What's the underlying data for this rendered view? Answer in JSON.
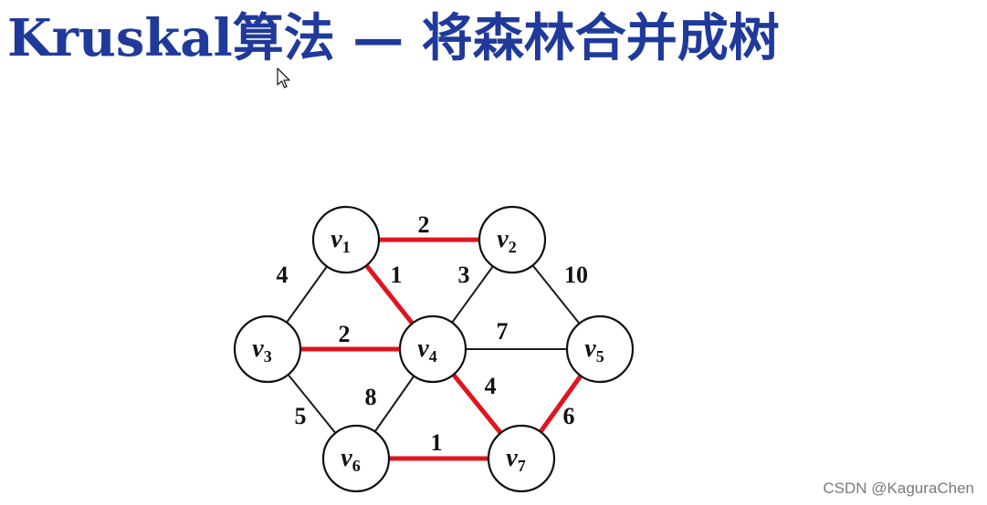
{
  "title": "Kruskal算法 — 将森林合并成树",
  "watermark": "CSDN @KaguraChen",
  "colors": {
    "title": "#1f3a9a",
    "mst_edge": "#e0141e",
    "edge": "#1a1a1a"
  },
  "graph": {
    "nodes": [
      {
        "id": "v1",
        "letter": "v",
        "sub": "1"
      },
      {
        "id": "v2",
        "letter": "v",
        "sub": "2"
      },
      {
        "id": "v3",
        "letter": "v",
        "sub": "3"
      },
      {
        "id": "v4",
        "letter": "v",
        "sub": "4"
      },
      {
        "id": "v5",
        "letter": "v",
        "sub": "5"
      },
      {
        "id": "v6",
        "letter": "v",
        "sub": "6"
      },
      {
        "id": "v7",
        "letter": "v",
        "sub": "7"
      }
    ],
    "edges": [
      {
        "from": "v1",
        "to": "v2",
        "weight": "2",
        "in_tree": true
      },
      {
        "from": "v1",
        "to": "v3",
        "weight": "4",
        "in_tree": false
      },
      {
        "from": "v1",
        "to": "v4",
        "weight": "1",
        "in_tree": true
      },
      {
        "from": "v2",
        "to": "v4",
        "weight": "3",
        "in_tree": false
      },
      {
        "from": "v2",
        "to": "v5",
        "weight": "10",
        "in_tree": false
      },
      {
        "from": "v3",
        "to": "v4",
        "weight": "2",
        "in_tree": true
      },
      {
        "from": "v4",
        "to": "v5",
        "weight": "7",
        "in_tree": false
      },
      {
        "from": "v3",
        "to": "v6",
        "weight": "5",
        "in_tree": false
      },
      {
        "from": "v4",
        "to": "v6",
        "weight": "8",
        "in_tree": false
      },
      {
        "from": "v4",
        "to": "v7",
        "weight": "4",
        "in_tree": true
      },
      {
        "from": "v5",
        "to": "v7",
        "weight": "6",
        "in_tree": true
      },
      {
        "from": "v6",
        "to": "v7",
        "weight": "1",
        "in_tree": true
      }
    ]
  }
}
